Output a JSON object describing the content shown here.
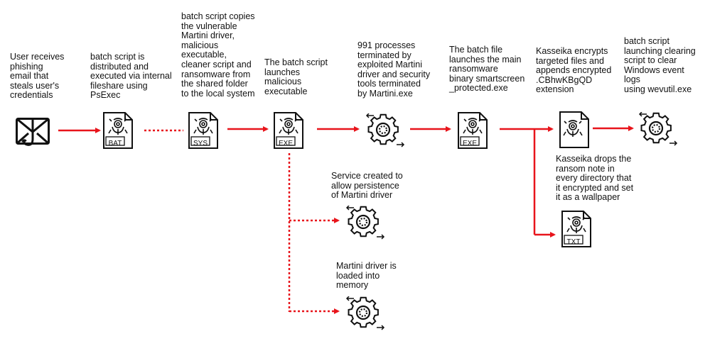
{
  "steps": {
    "phishing": "User receives\nphishing\nemail that\nsteals user's\ncredentials",
    "batch_distributed": "batch script is\ndistributed and\nexecuted via internal\nfileshare using\nPsExec",
    "batch_copies": "batch script copies\nthe vulnerable\nMartini driver,\nmalicious\nexecutable,\ncleaner script and\nransomware from\nthe shared folder\nto the local system",
    "launches_exe": "The batch script\nlaunches\nmalicious\nexecutable",
    "processes_terminated": "991 processes\nterminated by\nexploited Martini\ndriver and security\ntools terminated\nby Martini.exe",
    "launches_ransomware": "The batch file\nlaunches the main\nransomware\nbinary smartscreen\n_protected.exe",
    "encrypts": "Kasseika encrypts\ntargeted files and\nappends encrypted\n.CBhwKBgQD\nextension",
    "clear_logs": "batch script\nlaunching clearing\nscript to clear\nWindows event\nlogs\nusing wevutil.exe",
    "service_created": "Service created to\nallow persistence\nof Martini driver",
    "driver_loaded": "Martini driver is\nloaded into\nmemory",
    "ransom_note": "Kasseika drops the\nransom note in\nevery directory that\nit encrypted and set\nit as a wallpaper"
  },
  "file_tags": {
    "bat": "BAT",
    "sys": "SYS",
    "exe1": "EXE",
    "exe2": "EXE",
    "txt": "TXT"
  },
  "colors": {
    "arrow": "#e8141b",
    "icon": "#111111"
  },
  "icons": {
    "email": "phishing-email-icon",
    "file": "biohazard-file-icon",
    "gear": "gear-process-icon"
  }
}
